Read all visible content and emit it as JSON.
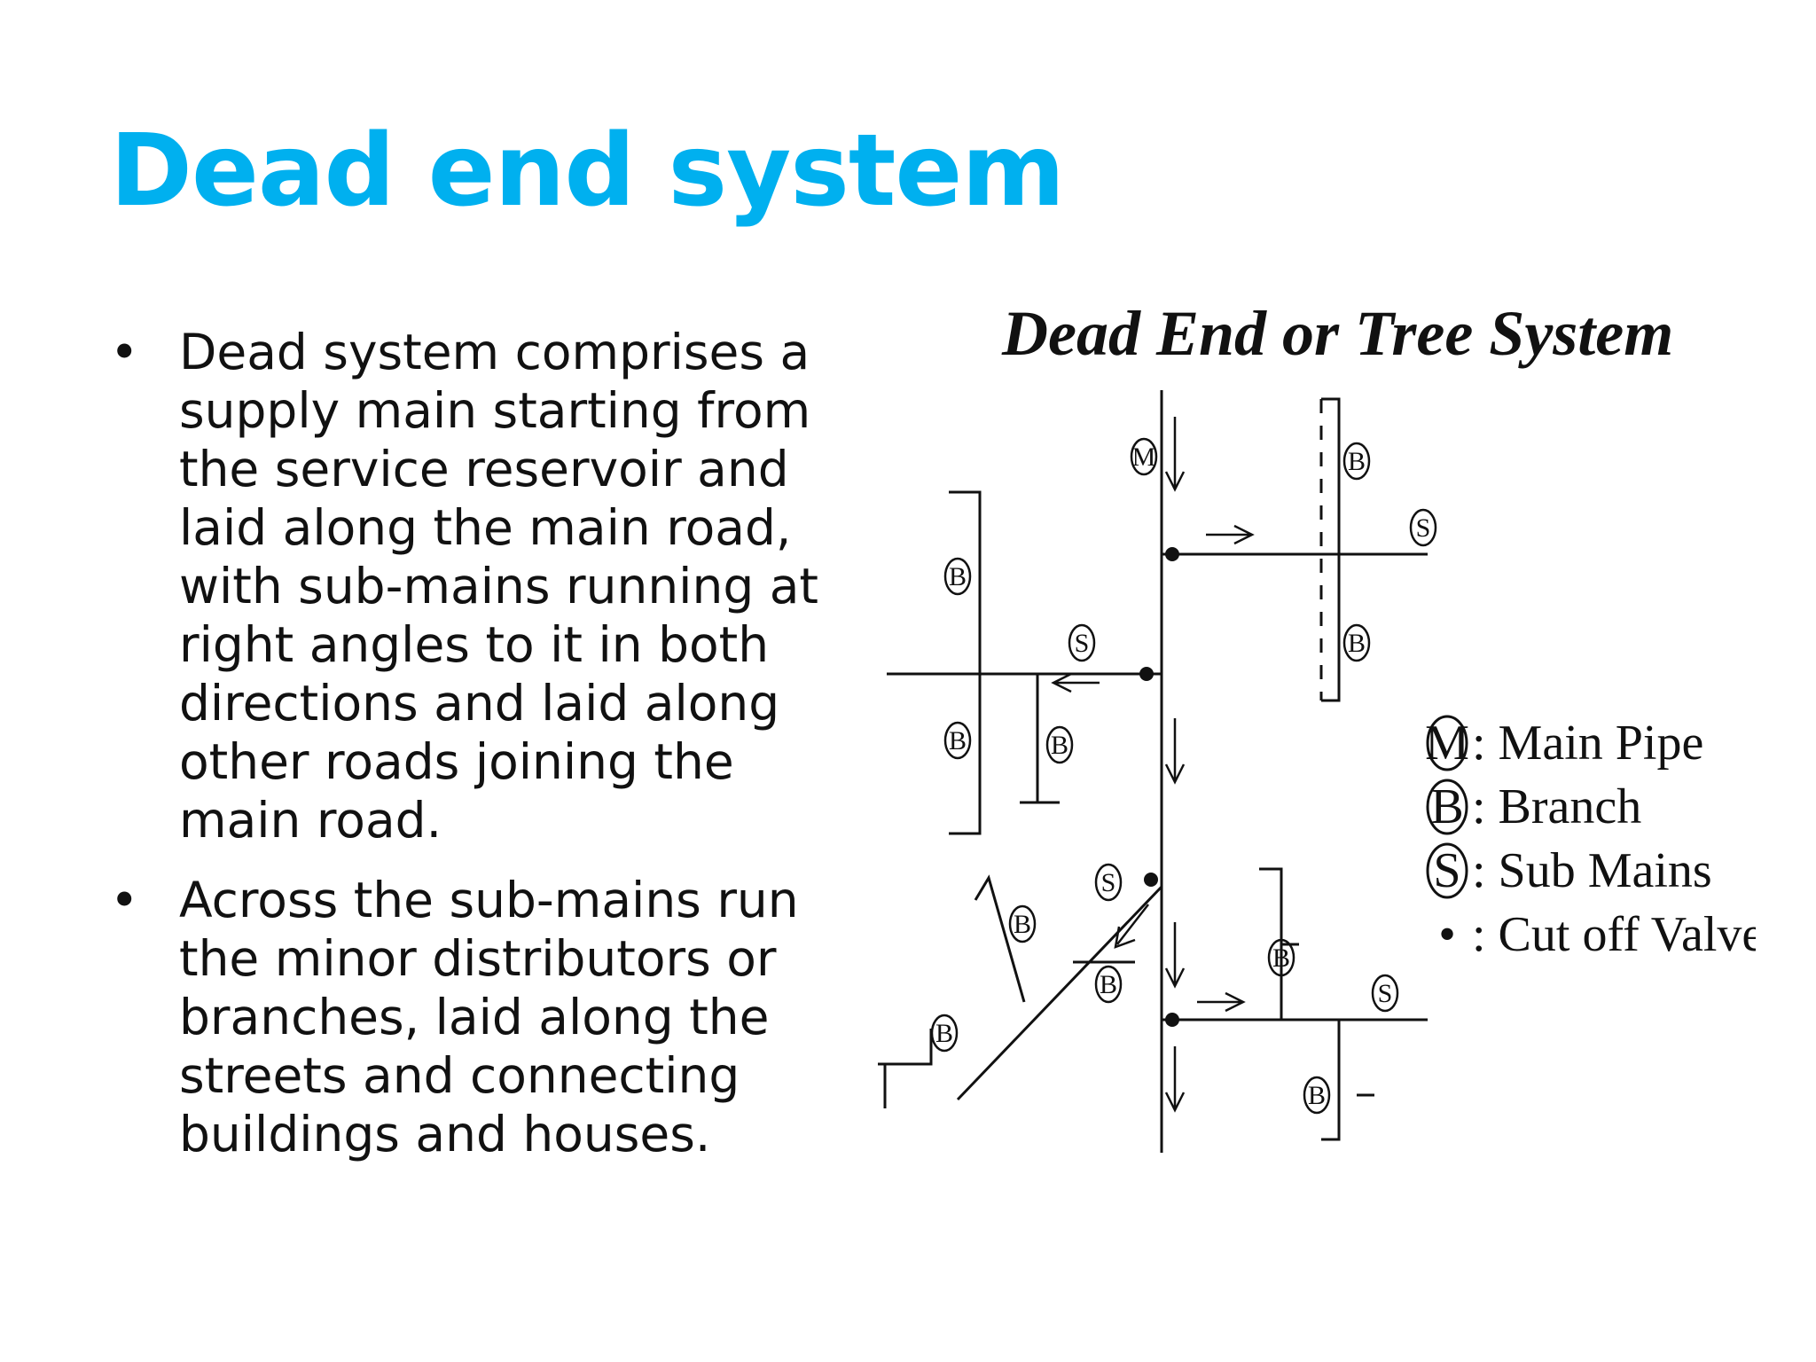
{
  "slide": {
    "title": "Dead end system",
    "bullets": [
      "Dead system comprises a supply main starting from the service reservoir and laid along the main road, with sub-mains running at right angles to it in both directions and laid along other roads joining the main road.",
      "Across the sub-mains run the minor distributors or branches, laid along the streets and connecting buildings and houses."
    ]
  },
  "diagram": {
    "title": "Dead End or Tree System",
    "labels": {
      "main": "M",
      "branch": "B",
      "submain": "S"
    },
    "legend": [
      {
        "symbol": "M",
        "text": ": Main Pipe"
      },
      {
        "symbol": "B",
        "text": ": Branch"
      },
      {
        "symbol": "S",
        "text": ": Sub Mains"
      },
      {
        "symbol": "•",
        "text": ": Cut off Valves"
      }
    ]
  },
  "colors": {
    "title": "#00B0EF",
    "text": "#111111"
  }
}
